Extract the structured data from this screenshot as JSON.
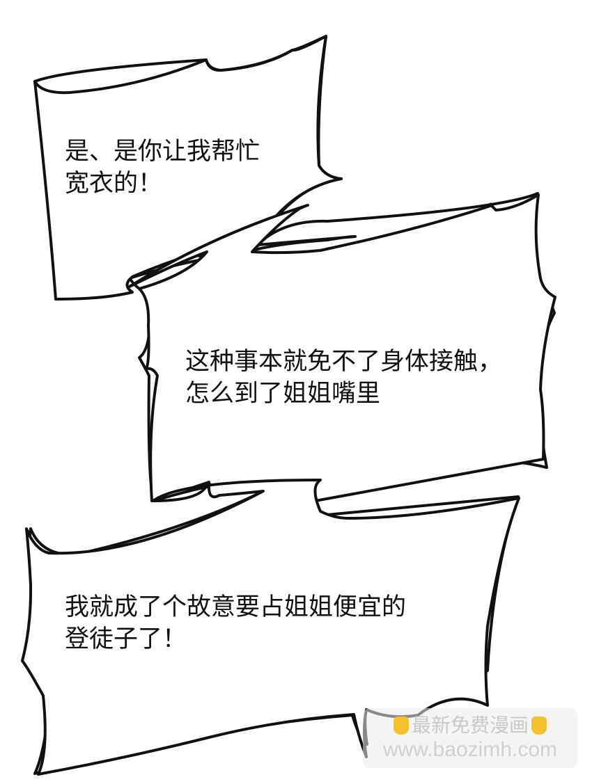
{
  "bubbles": [
    {
      "lines": [
        "是、是你让我帮忙",
        "宽衣的！"
      ]
    },
    {
      "lines": [
        "这种事本就免不了身体接触，",
        "怎么到了姐姐嘴里"
      ]
    },
    {
      "lines": [
        "我就成了个故意要占姐姐便宜的",
        "登徒子了！"
      ]
    }
  ],
  "watermark": {
    "title": "最新免费漫画",
    "url": "www.baozimh.com",
    "icon": "pointing-down-hand-icon",
    "hand_color": "#f5c22e"
  }
}
